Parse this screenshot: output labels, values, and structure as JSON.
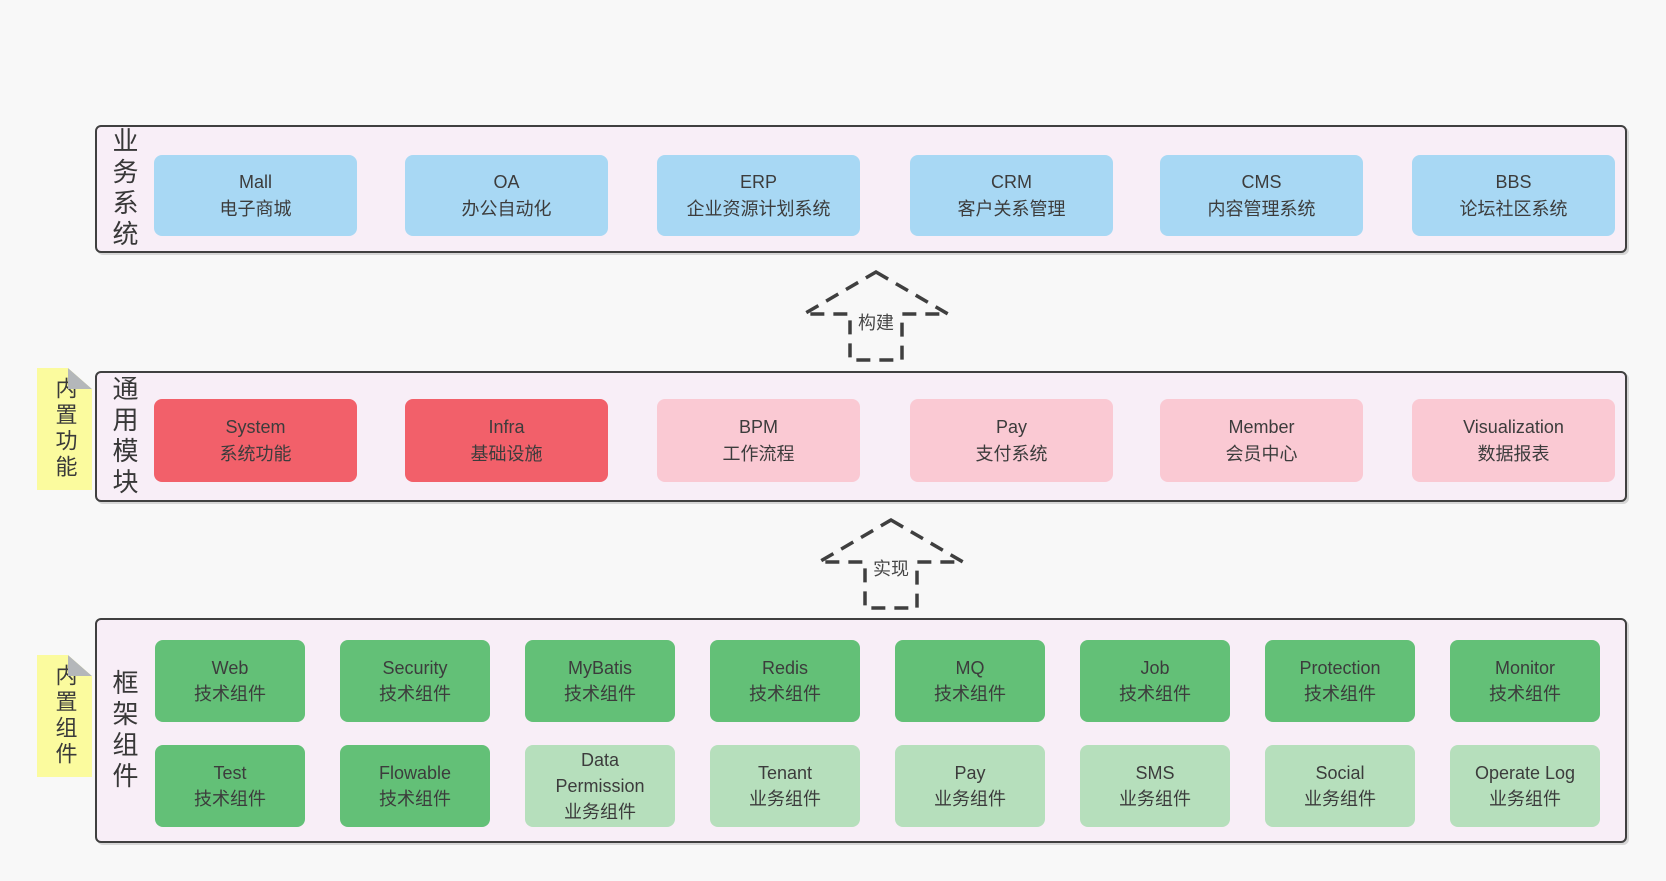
{
  "colors": {
    "page_background": "#f8f8f8",
    "layer_background": "#f8eef7",
    "layer_border": "#404040",
    "business_box_blue": "#a8d8f4",
    "module_box_red": "#f2606a",
    "module_box_pink": "#fac9d3",
    "tech_component_green": "#63c077",
    "biz_component_light_green": "#b6dfbc",
    "sticky_yellow": "#fbfb9e",
    "sticky_fold_gray": "#b4b7ba",
    "text": "#3c3c3c"
  },
  "stickies": {
    "modules": "内置功能",
    "components": "内置组件"
  },
  "arrows": [
    {
      "label": "构建"
    },
    {
      "label": "实现"
    }
  ],
  "layers": {
    "business": {
      "label": "业务系统",
      "boxes": [
        {
          "name": "Mall",
          "desc": "电子商城"
        },
        {
          "name": "OA",
          "desc": "办公自动化"
        },
        {
          "name": "ERP",
          "desc": "企业资源计划系统"
        },
        {
          "name": "CRM",
          "desc": "客户关系管理"
        },
        {
          "name": "CMS",
          "desc": "内容管理系统"
        },
        {
          "name": "BBS",
          "desc": "论坛社区系统"
        }
      ]
    },
    "modules": {
      "label": "通用模块",
      "boxes": [
        {
          "name": "System",
          "desc": "系统功能"
        },
        {
          "name": "Infra",
          "desc": "基础设施"
        },
        {
          "name": "BPM",
          "desc": "工作流程"
        },
        {
          "name": "Pay",
          "desc": "支付系统"
        },
        {
          "name": "Member",
          "desc": "会员中心"
        },
        {
          "name": "Visualization",
          "desc": "数据报表"
        }
      ]
    },
    "components": {
      "label": "框架组件",
      "row1": [
        {
          "name": "Web",
          "desc": "技术组件"
        },
        {
          "name": "Security",
          "desc": "技术组件"
        },
        {
          "name": "MyBatis",
          "desc": "技术组件"
        },
        {
          "name": "Redis",
          "desc": "技术组件"
        },
        {
          "name": "MQ",
          "desc": "技术组件"
        },
        {
          "name": "Job",
          "desc": "技术组件"
        },
        {
          "name": "Protection",
          "desc": "技术组件"
        },
        {
          "name": "Monitor",
          "desc": "技术组件"
        }
      ],
      "row2": [
        {
          "name": "Test",
          "desc": "技术组件"
        },
        {
          "name": "Flowable",
          "desc": "技术组件"
        },
        {
          "name": "Data Permission",
          "desc": "业务组件"
        },
        {
          "name": "Tenant",
          "desc": "业务组件"
        },
        {
          "name": "Pay",
          "desc": "业务组件"
        },
        {
          "name": "SMS",
          "desc": "业务组件"
        },
        {
          "name": "Social",
          "desc": "业务组件"
        },
        {
          "name": "Operate Log",
          "desc": "业务组件"
        }
      ]
    }
  }
}
